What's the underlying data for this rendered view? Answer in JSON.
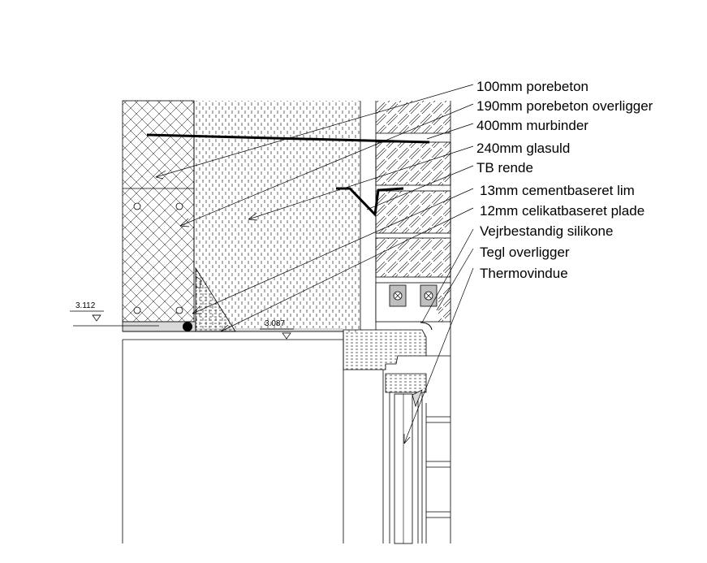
{
  "labels": [
    "100mm porebeton",
    "190mm porebeton overligger",
    "400mm murbinder",
    "240mm glasuld",
    "TB rende",
    "13mm cementbaseret lim",
    "12mm celikatbaseret plade",
    "Vejrbestandig silikone",
    "Tegl overligger",
    "Thermovindue"
  ],
  "levels": {
    "left": "3.112",
    "right": "3.087"
  },
  "colors": {
    "line": "#000000",
    "fill_light_gray": "#d9d9d9",
    "fill_box": "#bfbfbf"
  }
}
